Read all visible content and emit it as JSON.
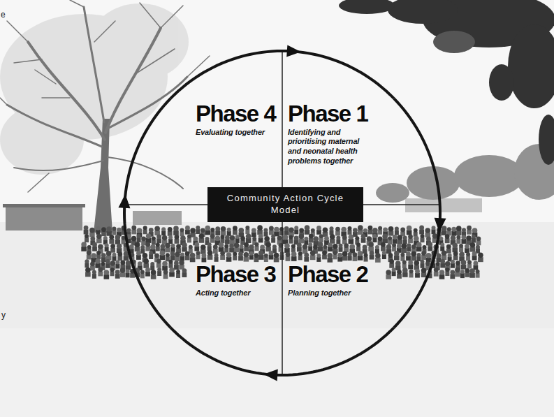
{
  "diagram": {
    "nodes": [
      {
        "text": [
          "Phase 4",
          "Evaluating together"
        ]
      },
      {
        "text": [
          "Phase 1",
          "Identifying and prioritising maternal and neonatal health problems together"
        ]
      },
      {
        "text": [
          "Community Action Cycle Model"
        ]
      },
      {
        "text": [
          "Phase 3",
          "Acting together"
        ]
      },
      {
        "text": [
          "Phase 2",
          "Planning together"
        ]
      }
    ],
    "edges": [
      {
        "from": 0,
        "to": 1,
        "arrow": "to"
      },
      {
        "from": 1,
        "to": 4,
        "arrow": "to"
      },
      {
        "from": 4,
        "to": 3,
        "arrow": "to"
      },
      {
        "from": 3,
        "to": 0,
        "arrow": "to"
      }
    ],
    "labels": [
      "e",
      "y"
    ]
  }
}
